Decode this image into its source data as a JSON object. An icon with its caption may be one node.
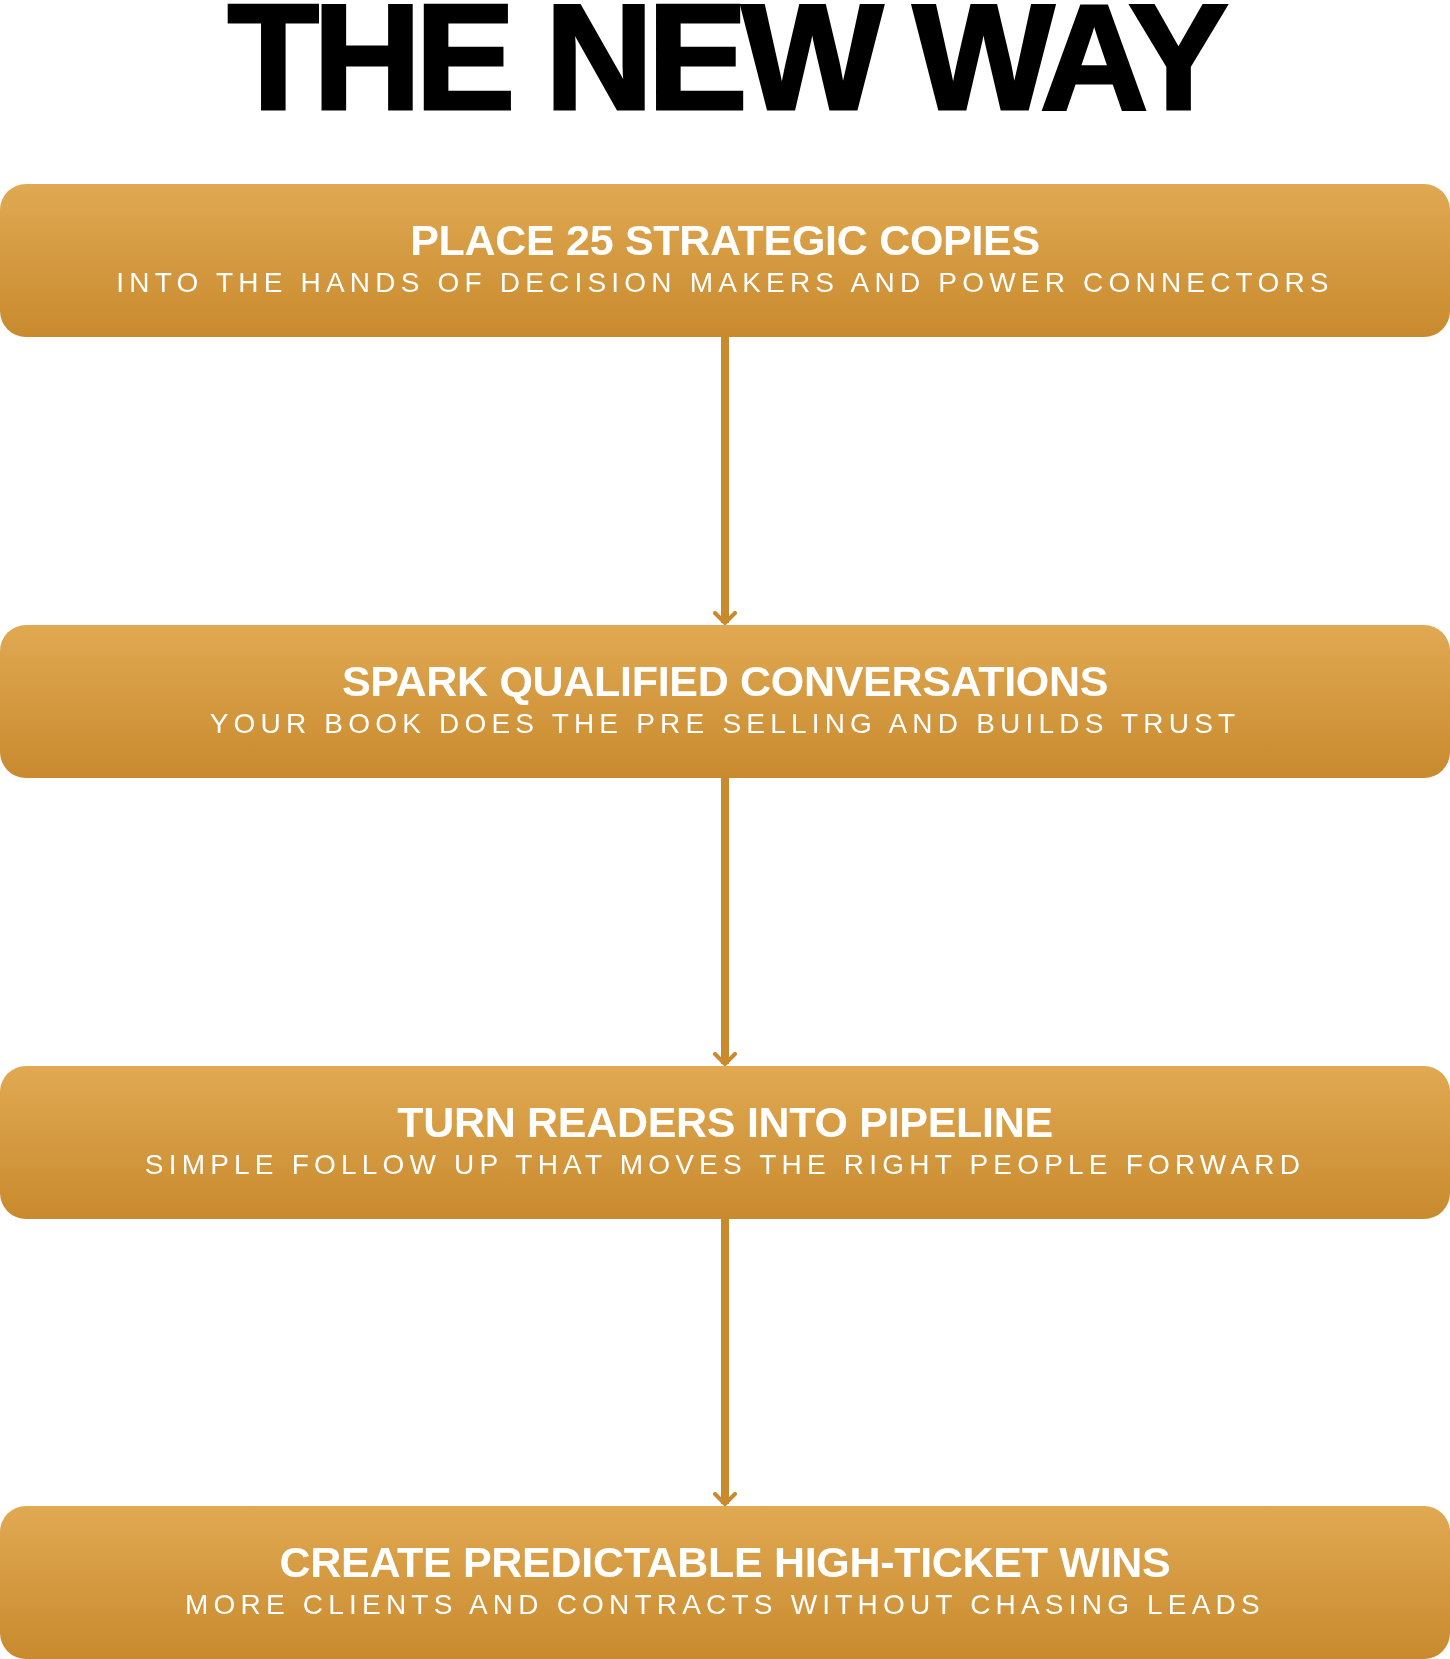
{
  "diagram": {
    "title": "THE NEW WAY",
    "nodes": [
      {
        "text": [
          "PLACE 25 STRATEGIC COPIES",
          "INTO THE HANDS OF DECISION MAKERS AND POWER CONNECTORS"
        ]
      },
      {
        "text": [
          "SPARK QUALIFIED CONVERSATIONS",
          "YOUR BOOK DOES THE PRE SELLING AND BUILDS TRUST"
        ]
      },
      {
        "text": [
          "TURN READERS INTO PIPELINE",
          "SIMPLE FOLLOW UP THAT MOVES THE RIGHT PEOPLE FORWARD"
        ]
      },
      {
        "text": [
          "CREATE PREDICTABLE HIGH-TICKET WINS",
          "MORE CLIENTS AND CONTRACTS WITHOUT CHASING LEADS"
        ]
      }
    ],
    "edges": [
      {
        "from": 0,
        "to": 1,
        "arrow": "to"
      },
      {
        "from": 1,
        "to": 2,
        "arrow": "to"
      },
      {
        "from": 2,
        "to": 3,
        "arrow": "to"
      }
    ]
  }
}
